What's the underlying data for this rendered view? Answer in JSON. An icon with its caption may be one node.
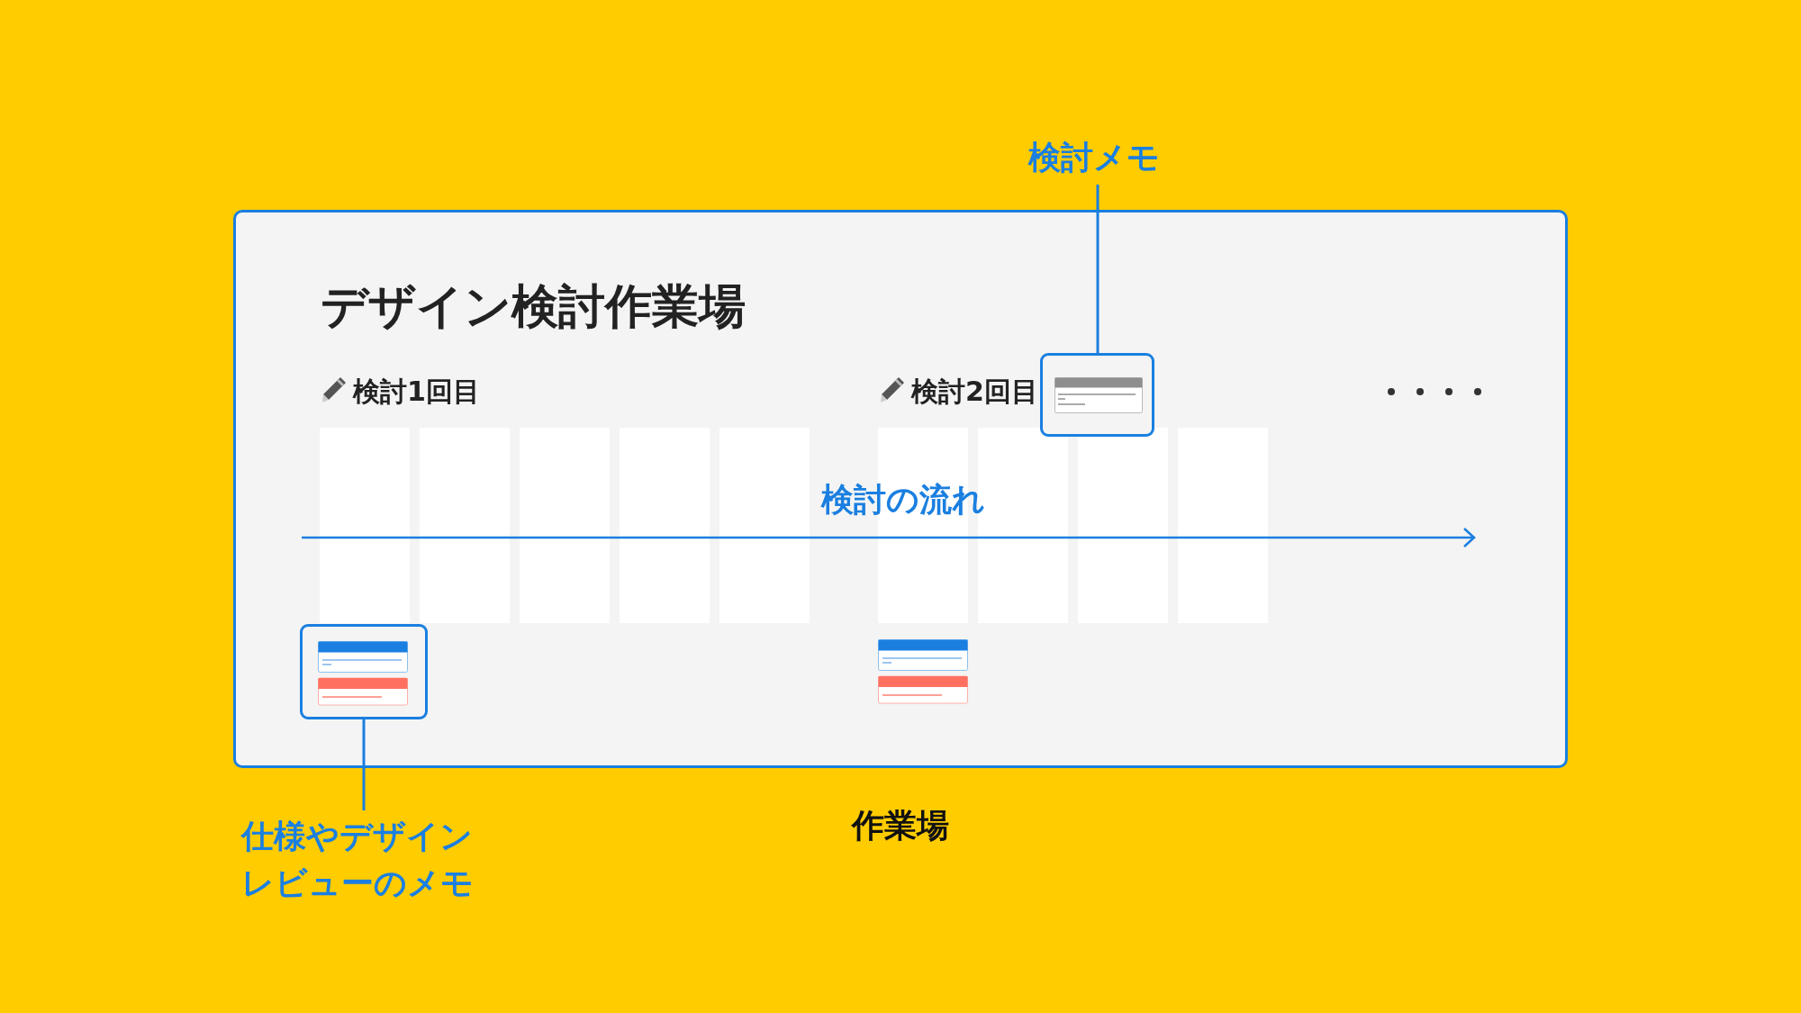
{
  "diagram": {
    "nodes": [
      {
        "text": [
          "デザイン検討作業場"
        ],
        "beside": [
          "作業場"
        ]
      },
      {
        "text": [
          "検討メモ"
        ]
      },
      {
        "text": [],
        "shape": "box",
        "in": 0
      },
      {
        "text": [
          "仕様やデザインレビューのメモ"
        ]
      },
      {
        "text": [],
        "shape": "box",
        "in": 0
      }
    ],
    "edges": [
      {
        "from": 1,
        "to": 2,
        "arrow": "none"
      },
      {
        "from": 3,
        "to": 4,
        "arrow": "none"
      }
    ],
    "labels": [
      "検討1回目",
      "検討2回目",
      "検討の流れ"
    ]
  }
}
